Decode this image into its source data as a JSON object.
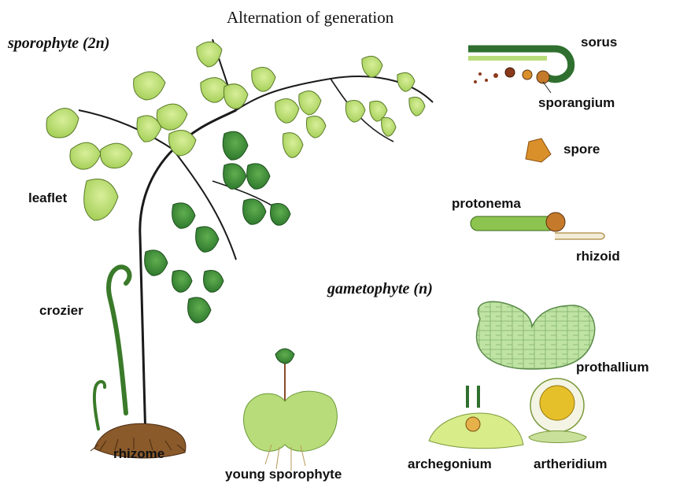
{
  "title": "Alternation of generation",
  "generations": {
    "sporophyte": "sporophyte (2n)",
    "gametophyte": "gametophyte (n)"
  },
  "labels": {
    "leaflet": "leaflet",
    "crozier": "crozier",
    "rhizome": "rhizome",
    "young_sporophyte": "young sporophyte",
    "sorus": "sorus",
    "sporangium": "sporangium",
    "spore": "spore",
    "protonema": "protonema",
    "rhizoid": "rhizoid",
    "prothallium": "prothallium",
    "archegonium": "archegonium",
    "artheridium": "artheridium"
  },
  "colors": {
    "light_leaf": "#b9dc6a",
    "dark_leaf": "#3f8a3a",
    "stem": "#1a1a1a",
    "rhizome": "#8a5a2b",
    "spore": "#d9902a",
    "prothallium": "#b8dc9a"
  }
}
